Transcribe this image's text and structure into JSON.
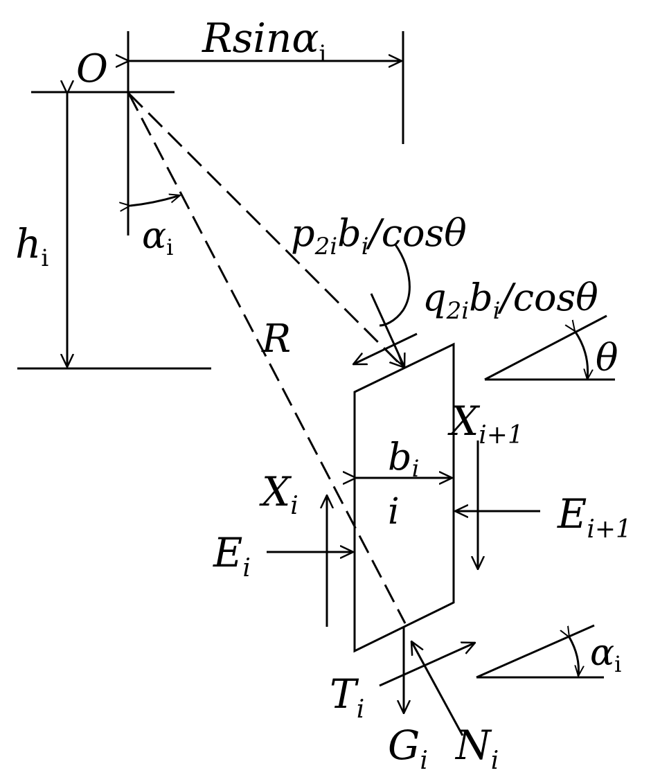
{
  "labels": {
    "origin": "O",
    "r_sin_alpha": {
      "main": "Rsin",
      "greek": "α",
      "sub": "i"
    },
    "h_i": {
      "main": "h",
      "sub": "i"
    },
    "alpha_i_top": {
      "main": "α",
      "sub": "i"
    },
    "radius": "R",
    "p_load": {
      "main": "p",
      "sub": "2i",
      "rest": "b",
      "rest_sub": "i",
      "tail": "/cosθ"
    },
    "q_load": {
      "main": "q",
      "sub": "2i",
      "rest": "b",
      "rest_sub": "i",
      "tail": "/cosθ"
    },
    "theta": "θ",
    "x_next": {
      "main": "X",
      "sub": "i+1"
    },
    "b_i": {
      "main": "b",
      "sub": "i"
    },
    "slice_index": "i",
    "x_i": {
      "main": "X",
      "sub": "i"
    },
    "e_next": {
      "main": "E",
      "sub": "i+1"
    },
    "e_i": {
      "main": "E",
      "sub": "i"
    },
    "alpha_i_base": {
      "main": "α",
      "sub": "i"
    },
    "t_i": {
      "main": "T",
      "sub": "i"
    },
    "g_i": {
      "main": "G",
      "sub": "i"
    },
    "n_i": {
      "main": "N",
      "sub": "i"
    }
  },
  "colors": {
    "line": "#000000",
    "background": "#ffffff"
  }
}
